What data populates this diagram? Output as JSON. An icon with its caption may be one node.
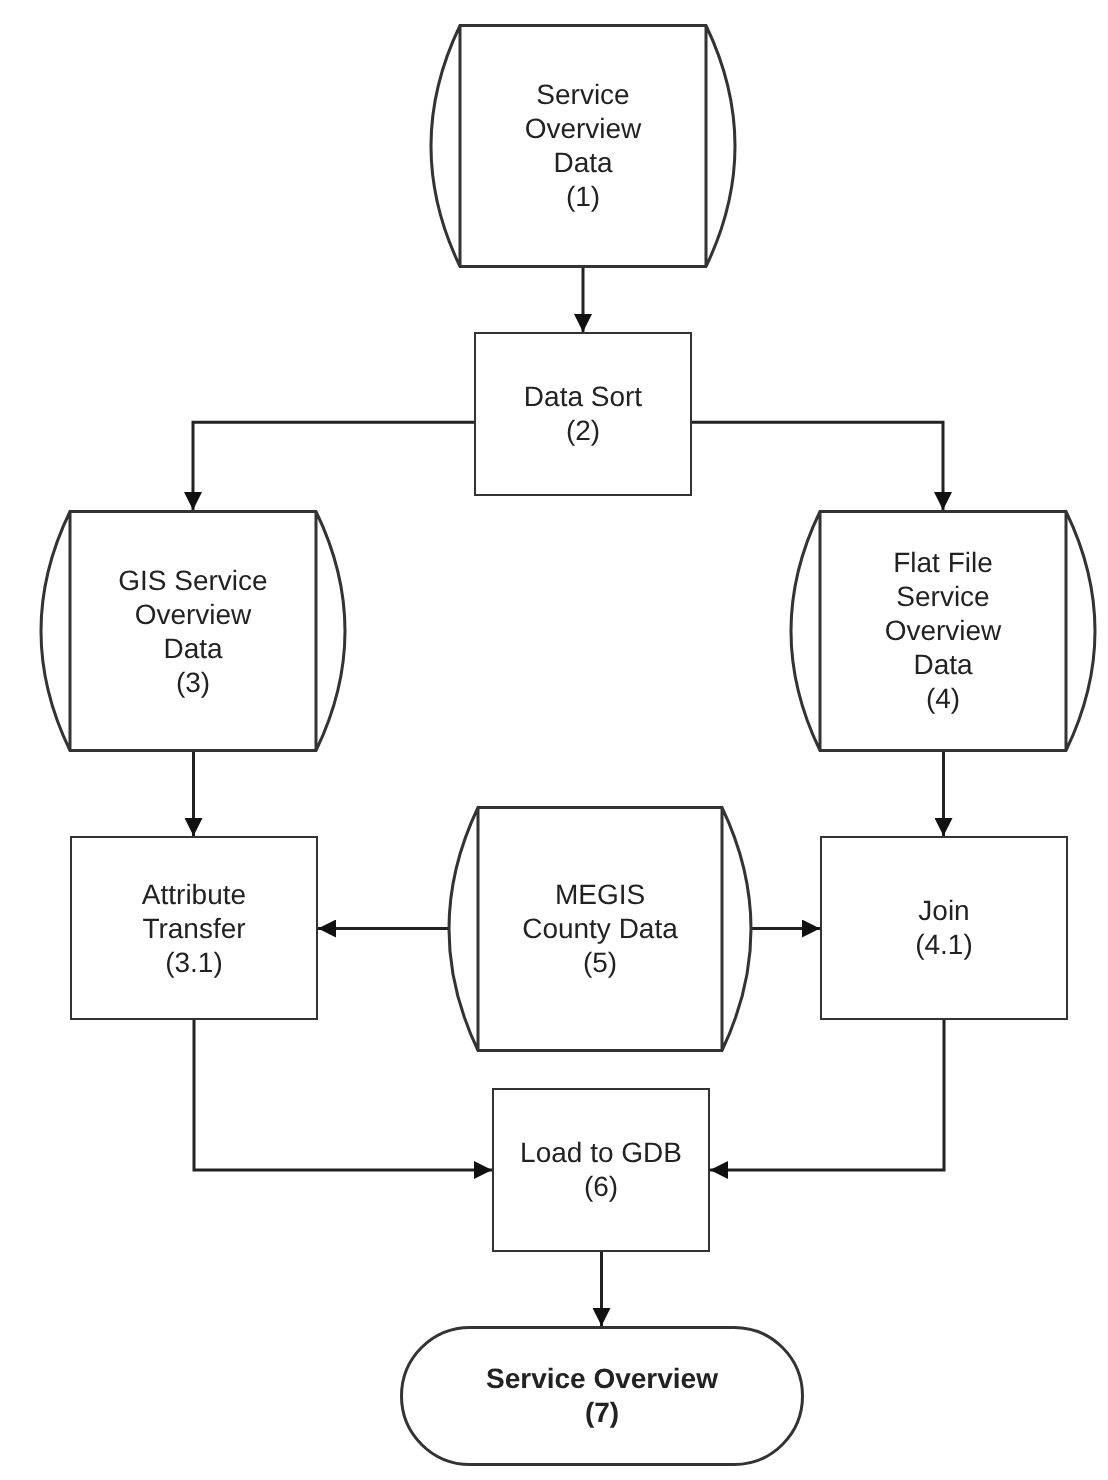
{
  "diagram": {
    "nodes": [
      {
        "text": [
          "Service Overview Data",
          "(1)"
        ]
      },
      {
        "text": [
          "Data Sort",
          "(2)"
        ]
      },
      {
        "text": [
          "GIS Service Overview Data",
          "(3)"
        ]
      },
      {
        "text": [
          "Flat File Service Overview Data",
          "(4)"
        ]
      },
      {
        "text": [
          "Attribute Transfer",
          "(3.1)"
        ]
      },
      {
        "text": [
          "MEGIS County Data",
          "(5)"
        ]
      },
      {
        "text": [
          "Join",
          "(4.1)"
        ]
      },
      {
        "text": [
          "Load to GDB",
          "(6)"
        ]
      },
      {
        "text": [
          "Service Overview",
          "(7)"
        ]
      }
    ],
    "edges": [
      {
        "from": 0,
        "to": 1,
        "arrow": "to"
      },
      {
        "from": 1,
        "to": 2,
        "arrow": "to"
      },
      {
        "from": 1,
        "to": 3,
        "arrow": "to"
      },
      {
        "from": 2,
        "to": 4,
        "arrow": "to"
      },
      {
        "from": 3,
        "to": 6,
        "arrow": "to"
      },
      {
        "from": 5,
        "to": 4,
        "arrow": "to"
      },
      {
        "from": 5,
        "to": 6,
        "arrow": "to"
      },
      {
        "from": 4,
        "to": 7,
        "arrow": "to"
      },
      {
        "from": 6,
        "to": 7,
        "arrow": "to"
      },
      {
        "from": 7,
        "to": 8,
        "arrow": "to"
      }
    ]
  }
}
